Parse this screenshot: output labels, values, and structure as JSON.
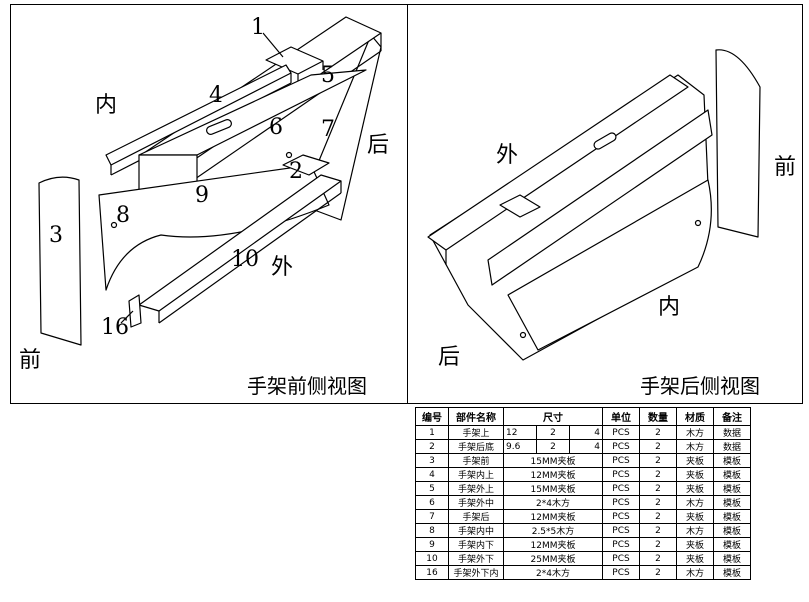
{
  "left_view": {
    "caption": "手架前侧视图",
    "labels": {
      "n1": "1",
      "n2": "2",
      "n3": "3",
      "n4": "4",
      "n5": "5",
      "n6": "6",
      "n7": "7",
      "n8": "8",
      "n9": "9",
      "n10": "10",
      "n16": "16",
      "inner": "内",
      "rear": "后",
      "outer": "外",
      "front": "前"
    }
  },
  "right_view": {
    "caption": "手架后侧视图",
    "labels": {
      "outer": "外",
      "front": "前",
      "inner": "内",
      "rear": "后"
    }
  },
  "parts_table": {
    "headers": [
      "编号",
      "部件名称",
      "尺寸",
      "单位",
      "数量",
      "材质",
      "备注"
    ],
    "rows": [
      {
        "no": "1",
        "name": "手架上",
        "dims": [
          "12",
          "2",
          "4"
        ],
        "unit": "PCS",
        "qty": "2",
        "material": "木方",
        "note": "数据"
      },
      {
        "no": "2",
        "name": "手架后底",
        "dims": [
          "9.6",
          "2",
          "4"
        ],
        "unit": "PCS",
        "qty": "2",
        "material": "木方",
        "note": "数据"
      },
      {
        "no": "3",
        "name": "手架前",
        "size": "15MM夹板",
        "unit": "PCS",
        "qty": "2",
        "material": "夹板",
        "note": "模板"
      },
      {
        "no": "4",
        "name": "手架内上",
        "size": "12MM夹板",
        "unit": "PCS",
        "qty": "2",
        "material": "夹板",
        "note": "模板"
      },
      {
        "no": "5",
        "name": "手架外上",
        "size": "15MM夹板",
        "unit": "PCS",
        "qty": "2",
        "material": "夹板",
        "note": "模板"
      },
      {
        "no": "6",
        "name": "手架外中",
        "size": "2*4木方",
        "unit": "PCS",
        "qty": "2",
        "material": "木方",
        "note": "模板"
      },
      {
        "no": "7",
        "name": "手架后",
        "size": "12MM夹板",
        "unit": "PCS",
        "qty": "2",
        "material": "夹板",
        "note": "模板"
      },
      {
        "no": "8",
        "name": "手架内中",
        "size": "2.5*5木方",
        "unit": "PCS",
        "qty": "2",
        "material": "木方",
        "note": "模板"
      },
      {
        "no": "9",
        "name": "手架内下",
        "size": "12MM夹板",
        "unit": "PCS",
        "qty": "2",
        "material": "夹板",
        "note": "模板"
      },
      {
        "no": "10",
        "name": "手架外下",
        "size": "25MM夹板",
        "unit": "PCS",
        "qty": "2",
        "material": "夹板",
        "note": "模板"
      },
      {
        "no": "16",
        "name": "手架外下内",
        "size": "2*4木方",
        "unit": "PCS",
        "qty": "2",
        "material": "木方",
        "note": "模板"
      }
    ]
  }
}
